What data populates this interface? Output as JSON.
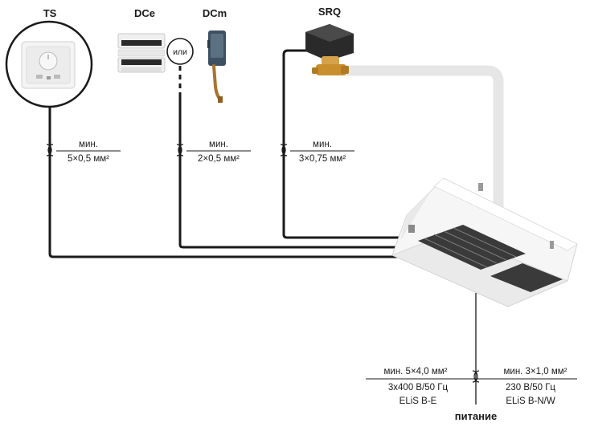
{
  "devices": {
    "ts": "TS",
    "dce": "DCe",
    "dcm": "DCm",
    "srq": "SRQ",
    "or_label": "или"
  },
  "cables": {
    "ts": {
      "top": "мин.",
      "bottom": "5×0,5 мм²"
    },
    "dc": {
      "top": "мин.",
      "bottom": "2×0,5 мм²"
    },
    "srq": {
      "top": "мин.",
      "bottom": "3×0,75 мм²"
    }
  },
  "power": {
    "left": {
      "line1": "мин. 5×4,0 мм²",
      "line2": "3x400 В/50 Гц",
      "line3": "ELiS B-E"
    },
    "right": {
      "line1": "мин. 3×1,0 мм²",
      "line2": "230 В/50 Гц",
      "line3": "ELiS B-N/W"
    },
    "caption": "питание"
  }
}
